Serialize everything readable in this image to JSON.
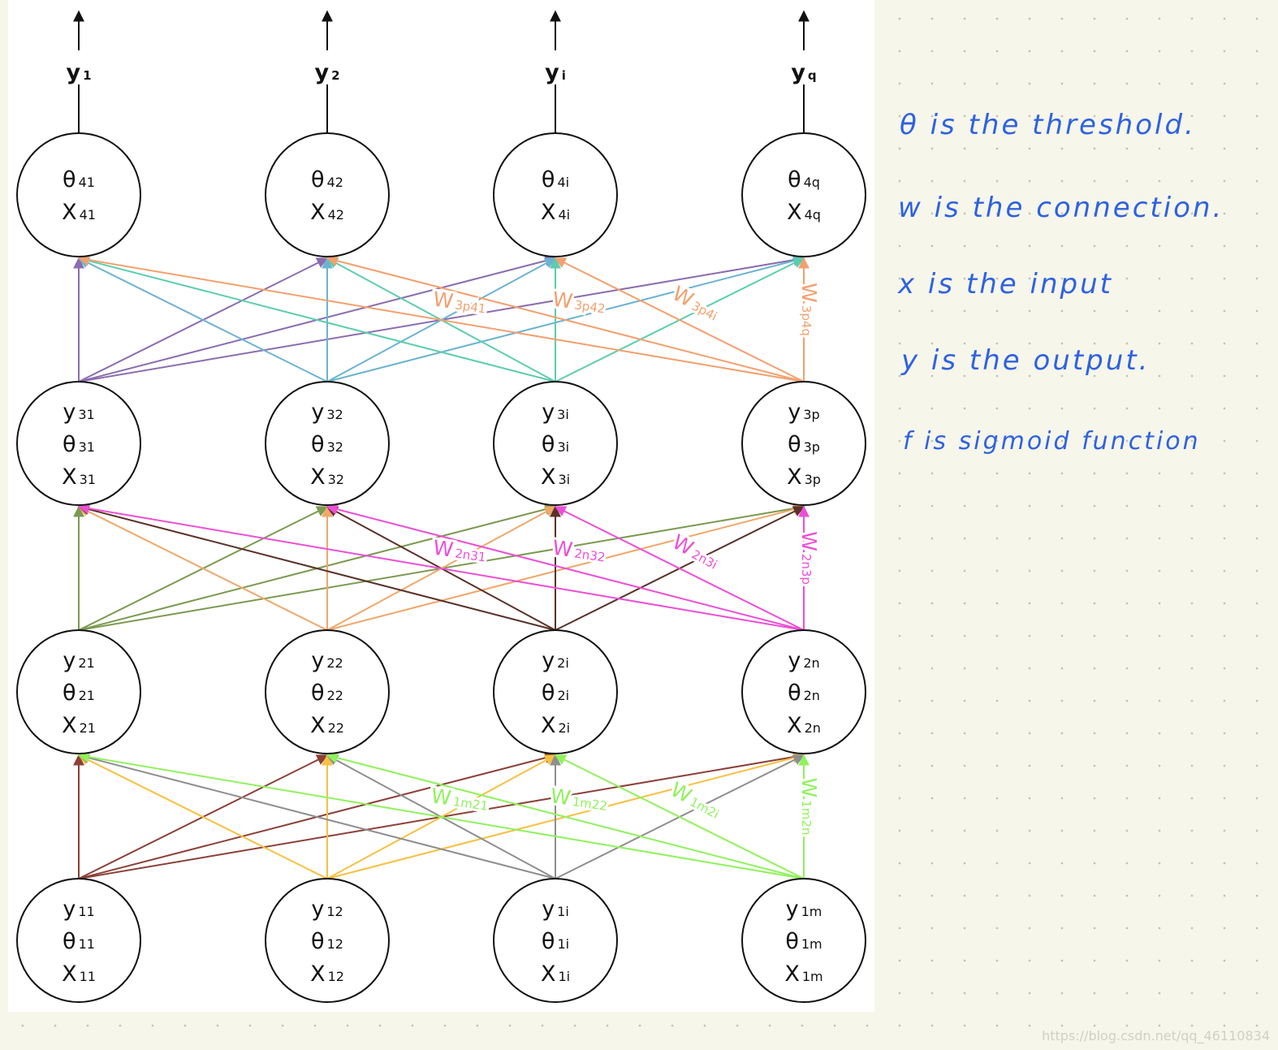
{
  "diagram": {
    "outputs": [
      {
        "base": "y",
        "sub": "1"
      },
      {
        "base": "y",
        "sub": "2"
      },
      {
        "base": "y",
        "sub": "i"
      },
      {
        "base": "y",
        "sub": "q"
      }
    ],
    "layers": [
      {
        "id": "layer4",
        "nodes": [
          {
            "lines": [
              {
                "base": "θ",
                "sub": "41"
              },
              {
                "base": "X",
                "sub": "41"
              }
            ]
          },
          {
            "lines": [
              {
                "base": "θ",
                "sub": "42"
              },
              {
                "base": "X",
                "sub": "42"
              }
            ]
          },
          {
            "lines": [
              {
                "base": "θ",
                "sub": "4i"
              },
              {
                "base": "X",
                "sub": "4i"
              }
            ]
          },
          {
            "lines": [
              {
                "base": "θ",
                "sub": "4q"
              },
              {
                "base": "X",
                "sub": "4q"
              }
            ]
          }
        ]
      },
      {
        "id": "layer3",
        "nodes": [
          {
            "lines": [
              {
                "base": "y",
                "sub": "31"
              },
              {
                "base": "θ",
                "sub": "31"
              },
              {
                "base": "X",
                "sub": "31"
              }
            ]
          },
          {
            "lines": [
              {
                "base": "y",
                "sub": "32"
              },
              {
                "base": "θ",
                "sub": "32"
              },
              {
                "base": "X",
                "sub": "32"
              }
            ]
          },
          {
            "lines": [
              {
                "base": "y",
                "sub": "3i"
              },
              {
                "base": "θ",
                "sub": "3i"
              },
              {
                "base": "X",
                "sub": "3i"
              }
            ]
          },
          {
            "lines": [
              {
                "base": "y",
                "sub": "3p"
              },
              {
                "base": "θ",
                "sub": "3p"
              },
              {
                "base": "X",
                "sub": "3p"
              }
            ]
          }
        ]
      },
      {
        "id": "layer2",
        "nodes": [
          {
            "lines": [
              {
                "base": "y",
                "sub": "21"
              },
              {
                "base": "θ",
                "sub": "21"
              },
              {
                "base": "X",
                "sub": "21"
              }
            ]
          },
          {
            "lines": [
              {
                "base": "y",
                "sub": "22"
              },
              {
                "base": "θ",
                "sub": "22"
              },
              {
                "base": "X",
                "sub": "22"
              }
            ]
          },
          {
            "lines": [
              {
                "base": "y",
                "sub": "2i"
              },
              {
                "base": "θ",
                "sub": "2i"
              },
              {
                "base": "X",
                "sub": "2i"
              }
            ]
          },
          {
            "lines": [
              {
                "base": "y",
                "sub": "2n"
              },
              {
                "base": "θ",
                "sub": "2n"
              },
              {
                "base": "X",
                "sub": "2n"
              }
            ]
          }
        ]
      },
      {
        "id": "layer1",
        "nodes": [
          {
            "lines": [
              {
                "base": "y",
                "sub": "11"
              },
              {
                "base": "θ",
                "sub": "11"
              },
              {
                "base": "X",
                "sub": "11"
              }
            ]
          },
          {
            "lines": [
              {
                "base": "y",
                "sub": "12"
              },
              {
                "base": "θ",
                "sub": "12"
              },
              {
                "base": "X",
                "sub": "12"
              }
            ]
          },
          {
            "lines": [
              {
                "base": "y",
                "sub": "1i"
              },
              {
                "base": "θ",
                "sub": "1i"
              },
              {
                "base": "X",
                "sub": "1i"
              }
            ]
          },
          {
            "lines": [
              {
                "base": "y",
                "sub": "1m"
              },
              {
                "base": "θ",
                "sub": "1m"
              },
              {
                "base": "X",
                "sub": "1m"
              }
            ]
          }
        ]
      }
    ],
    "edge_groups": [
      {
        "from_layer": "layer3",
        "to_layer": "layer4",
        "source_colors": [
          "#8a6db0",
          "#6bb3d1",
          "#5ccdae",
          "#f2a06e"
        ],
        "labels": [
          {
            "base": "W",
            "sub": "3p41"
          },
          {
            "base": "W",
            "sub": "3p42"
          },
          {
            "base": "W",
            "sub": "3p4i"
          },
          {
            "base": "W",
            "sub": "3p4q"
          }
        ]
      },
      {
        "from_layer": "layer2",
        "to_layer": "layer3",
        "source_colors": [
          "#7b9a50",
          "#f0a76a",
          "#5a3128",
          "#ec4fd6"
        ],
        "labels": [
          {
            "base": "W",
            "sub": "2n31"
          },
          {
            "base": "W",
            "sub": "2n32"
          },
          {
            "base": "W",
            "sub": "2n3i"
          },
          {
            "base": "W",
            "sub": "2n3p"
          }
        ]
      },
      {
        "from_layer": "layer1",
        "to_layer": "layer2",
        "source_colors": [
          "#8b4038",
          "#f7c040",
          "#8e8e8e",
          "#8ff25c"
        ],
        "labels": [
          {
            "base": "W",
            "sub": "1m21"
          },
          {
            "base": "W",
            "sub": "1m22"
          },
          {
            "base": "W",
            "sub": "1m2i"
          },
          {
            "base": "W",
            "sub": "1m2n"
          }
        ]
      }
    ]
  },
  "notes": [
    "θ is the threshold.",
    "w is the connection.",
    "x is the input",
    "y is the output.",
    "f is sigmoid function"
  ],
  "colors": {
    "note_ink": "#2e62e0",
    "node_stroke": "#111111",
    "background": "#f6f6ea"
  },
  "watermark": "https://blog.csdn.net/qq_46110834"
}
